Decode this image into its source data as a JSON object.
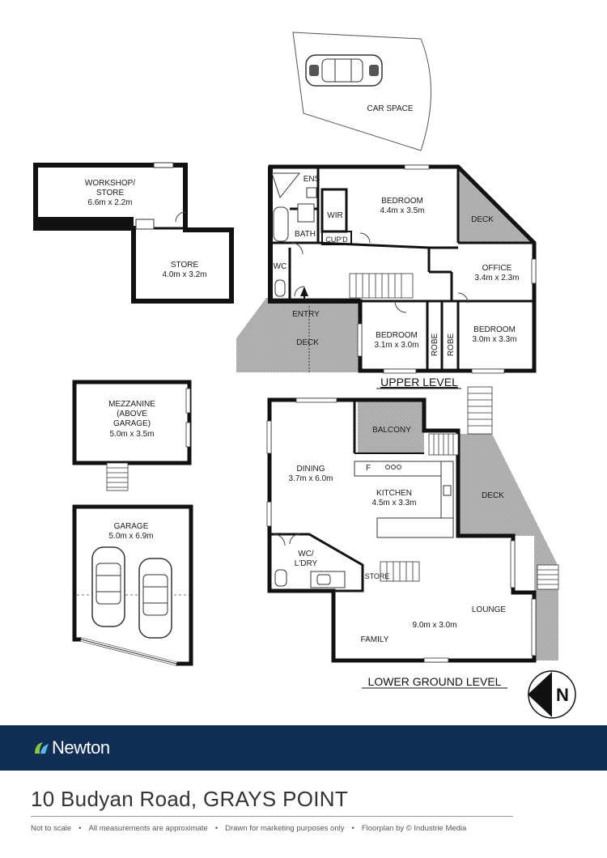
{
  "rooms": {
    "car_space": "CAR SPACE",
    "workshop_name": "WORKSHOP/",
    "workshop_name2": "STORE",
    "workshop_dim": "6.6m x 2.2m",
    "store_name": "STORE",
    "store_dim": "4.0m x 3.2m",
    "ens": "ENS",
    "bath": "BATH",
    "wir": "WIR",
    "cupd": "CUP'D",
    "wc": "WC",
    "entry": "ENTRY",
    "deck": "DECK",
    "bedroom1_name": "BEDROOM",
    "bedroom1_dim": "4.4m x 3.5m",
    "office_name": "OFFICE",
    "office_dim": "3.4m x 2.3m",
    "bedroom2_name": "BEDROOM",
    "bedroom2_dim": "3.1m x 3.0m",
    "bedroom3_name": "BEDROOM",
    "bedroom3_dim": "3.0m x 3.3m",
    "robe": "ROBE",
    "mezz_name1": "MEZZANINE",
    "mezz_name2": "(ABOVE",
    "mezz_name3": "GARAGE)",
    "mezz_dim": "5.0m x 3.5m",
    "garage_name": "GARAGE",
    "garage_dim": "5.0m x 6.9m",
    "balcony": "BALCONY",
    "dining_name": "DINING",
    "dining_dim": "3.7m x 6.0m",
    "kitchen_name": "KITCHEN",
    "kitchen_dim": "4.5m x 3.3m",
    "fridge": "F",
    "wc_ldry1": "WC/",
    "wc_ldry2": "L'DRY",
    "store_small": "STORE",
    "lounge": "LOUNGE",
    "family": "FAMILY",
    "living_dim": "9.0m x 3.0m"
  },
  "levels": {
    "upper": "UPPER LEVEL",
    "lower": "LOWER GROUND LEVEL"
  },
  "compass": "N",
  "brand": {
    "name": "Newton",
    "color": "#0f2d55",
    "accent": "#8cc63f"
  },
  "address": "10 Budyan Road, GRAYS POINT",
  "footer": {
    "items": [
      "Not to scale",
      "All measurements are approximate",
      "Drawn for marketing purposes only",
      "Floorplan by © Industrie Media"
    ],
    "separator": "•"
  }
}
